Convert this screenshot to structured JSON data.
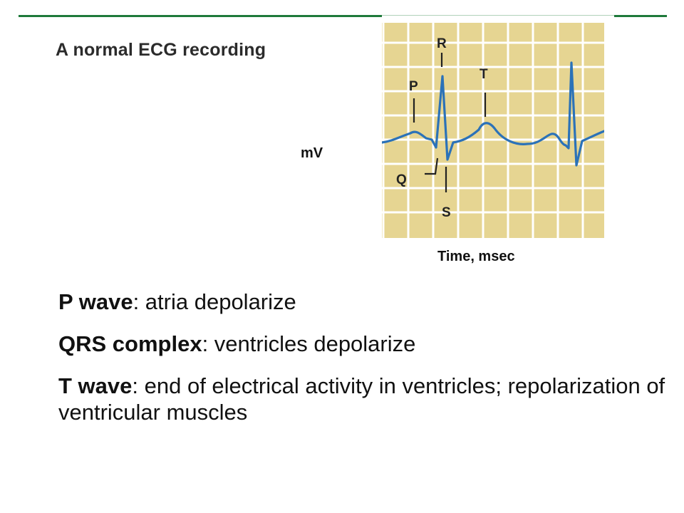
{
  "figure": {
    "title": "A normal ECG recording",
    "y_axis_label": "mV",
    "x_axis_label": "Time, msec",
    "wave_labels": {
      "p": "P",
      "q": "Q",
      "r": "R",
      "s": "S",
      "t": "T"
    },
    "colors": {
      "grid_background": "#e6d592",
      "grid_lines": "#ffffff",
      "trace": "#2b72b8",
      "rule": "#1f7a3a"
    }
  },
  "bullets": [
    {
      "term": "P wave",
      "text": ": atria depolarize"
    },
    {
      "term": "QRS complex",
      "text": ": ventricles depolarize"
    },
    {
      "term": "T wave",
      "text": ": end of electrical activity in ventricles; repolarization of ventricular muscles"
    }
  ]
}
